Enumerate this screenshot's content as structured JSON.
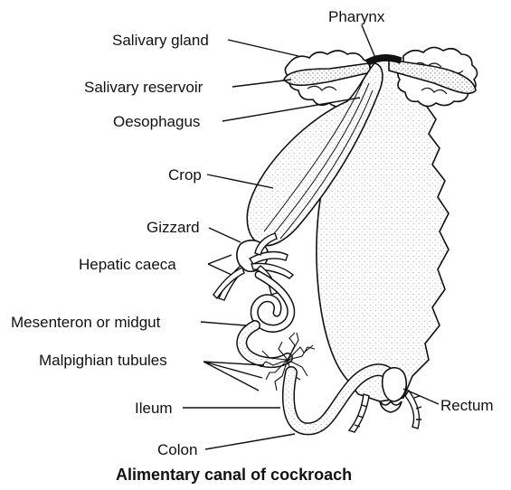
{
  "figure": {
    "caption": "Alimentary canal of cockroach",
    "labels": {
      "pharynx": "Pharynx",
      "salivary_gland": "Salivary gland",
      "salivary_reservoir": "Salivary reservoir",
      "oesophagus": "Oesophagus",
      "crop": "Crop",
      "gizzard": "Gizzard",
      "hepatic_caeca": "Hepatic caeca",
      "mesenteron": "Mesenteron or midgut",
      "malpighian_tubules": "Malpighian tubules",
      "ileum": "Ileum",
      "rectum": "Rectum",
      "colon": "Colon"
    }
  }
}
